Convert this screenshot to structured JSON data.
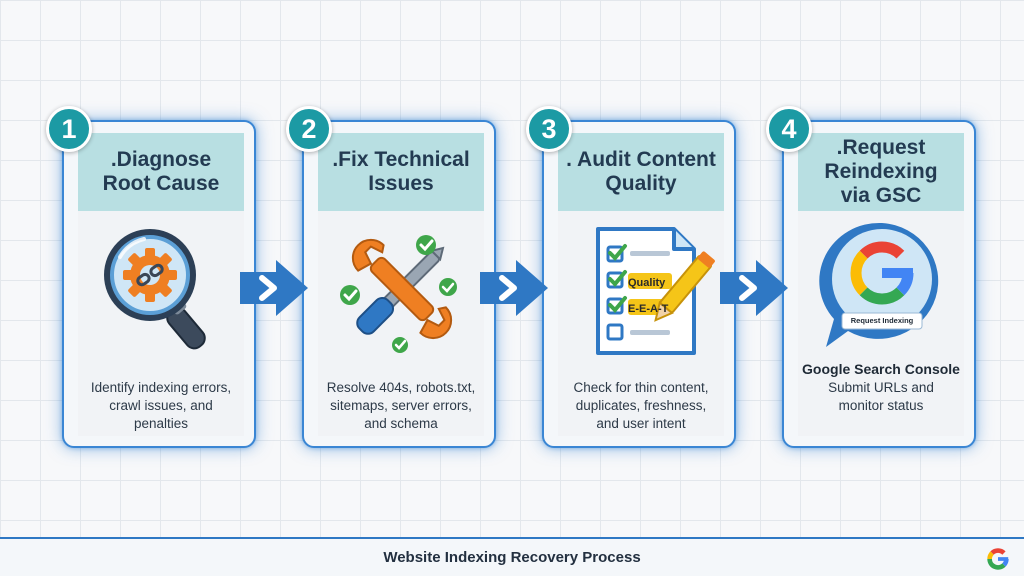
{
  "steps": [
    {
      "number": "1",
      "title": ".Diagnose\nRoot Cause",
      "description": "Identify indexing errors,\ncrawl issues, and\npenalties",
      "icon": "magnifier-gear-icon"
    },
    {
      "number": "2",
      "title": ".Fix Technical\nIssues",
      "description": "Resolve 404s, robots.txt,\nsitemaps, server errors,\nand schema",
      "icon": "wrench-screwdriver-icon"
    },
    {
      "number": "3",
      "title": ". Audit Content\nQuality",
      "description": "Check for thin content,\nduplicates, freshness,\nand user intent",
      "icon": "checklist-pencil-icon"
    },
    {
      "number": "4",
      "title": ".Request\nReindexing\nvia GSC",
      "description": "Submit URLs and\nmonitor status",
      "icon": "google-logo-icon"
    }
  ],
  "checklist": {
    "quality_tag": "Quality",
    "eeat_tag": "E-E-A-T"
  },
  "gsc": {
    "bubble_label": "Request Indexing",
    "console_label": "Google Search Console"
  },
  "footer": {
    "title": "Website Indexing Recovery Process"
  },
  "colors": {
    "card_border": "#3a86d4",
    "header_fill": "#b8dfe2",
    "badge_fill": "#1c9aa4",
    "arrow_fill": "#2f78c4",
    "orange": "#ef7f22",
    "check_green": "#3fa64a"
  }
}
